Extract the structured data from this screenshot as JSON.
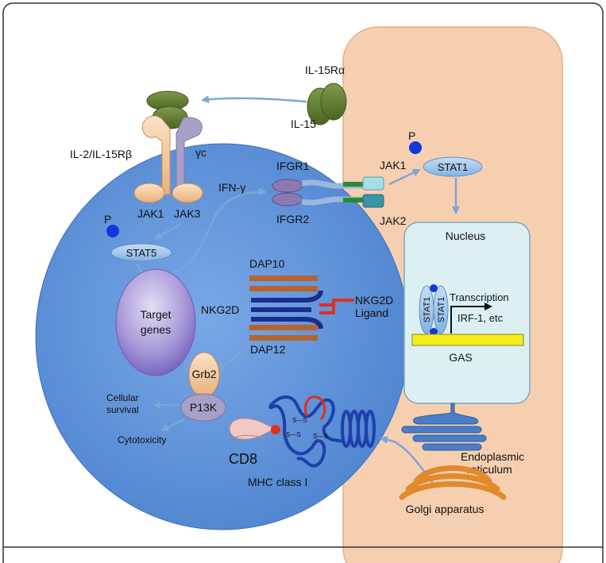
{
  "labels": {
    "il15ra": "IL-15Rα",
    "il15": "IL-15",
    "il2_il15rb": "IL-2/IL-15Rβ",
    "gamma_c": "γc",
    "jak1_nk": "JAK1",
    "jak3": "JAK3",
    "p_stat5": "P",
    "stat5": "STAT5",
    "target_genes_line1": "Target",
    "target_genes_line2": "genes",
    "ifn_gamma": "IFN-γ",
    "ifgr1": "IFGR1",
    "ifgr2": "IFGR2",
    "jak1_target": "JAK1",
    "jak2": "JAK2",
    "p_stat1": "P",
    "stat1": "STAT1",
    "nucleus": "Nucleus",
    "stat1_a": "STAT1",
    "stat1_b": "STAT1",
    "transcription": "Transcription",
    "irf1": "IRF-1, etc",
    "gas": "GAS",
    "dap10": "DAP10",
    "nkg2d": "NKG2D",
    "nkg2d_ligand_line1": "NKG2D",
    "nkg2d_ligand_line2": "Ligand",
    "dap12": "DAP12",
    "grb2": "Grb2",
    "p13k": "P13K",
    "cellular_survival_line1": "Cellular",
    "cellular_survival_line2": "survival",
    "cytotoxicity": "Cytotoxicity",
    "cd8": "CD8",
    "mhc_class_i": "MHC class I",
    "er_line1": "Endoplasmic",
    "er_line2": "reticulum",
    "golgi": "Golgi apparatus",
    "ss1": "S—S",
    "ss2": "S—S",
    "ss3": "S—S"
  },
  "colors": {
    "nk_cell": "#5b8fd6",
    "target_cell": "#f6cfb0",
    "il15_green": "#5f7a32",
    "receptor_beige": "#f2c79c",
    "receptor_lavender": "#a9a0c8",
    "stat_blue": "#9cc3ea",
    "phospho": "#1337d8",
    "nucleus_fill": "#dcf0f4",
    "gas_yellow": "#f4ec1a",
    "dap_brown": "#b5652c",
    "nkg2d_navy": "#1a2d8c",
    "ligand_red": "#e0301e",
    "mhc_blue": "#1f3fa8",
    "golgi_orange": "#e08a2c",
    "er_blue": "#4a7fc8",
    "arrow_blue": "#7ba6d6"
  }
}
